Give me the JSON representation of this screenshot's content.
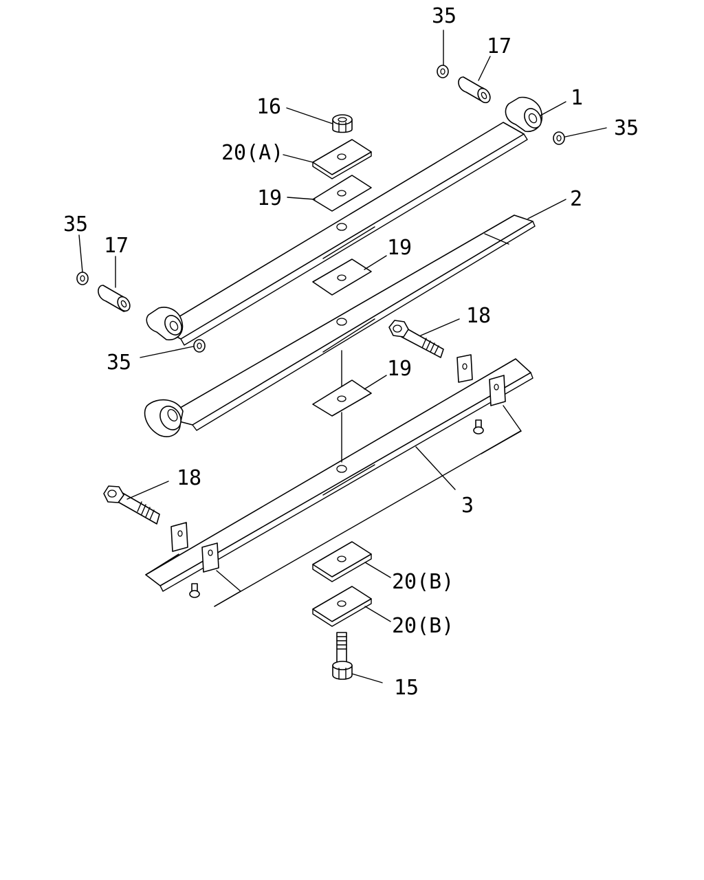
{
  "labels": {
    "p35_top": "35",
    "p17_top": "17",
    "p1": "1",
    "p35_right": "35",
    "p16": "16",
    "p20a": "20(A)",
    "p19_upper": "19",
    "p2": "2",
    "p35_left": "35",
    "p17_left": "17",
    "p19_mid": "19",
    "p35_bottom": "35",
    "p18_right": "18",
    "p19_lower": "19",
    "p18_left": "18",
    "p3": "3",
    "p20b_upper": "20(B)",
    "p20b_lower": "20(B)",
    "p15": "15"
  }
}
